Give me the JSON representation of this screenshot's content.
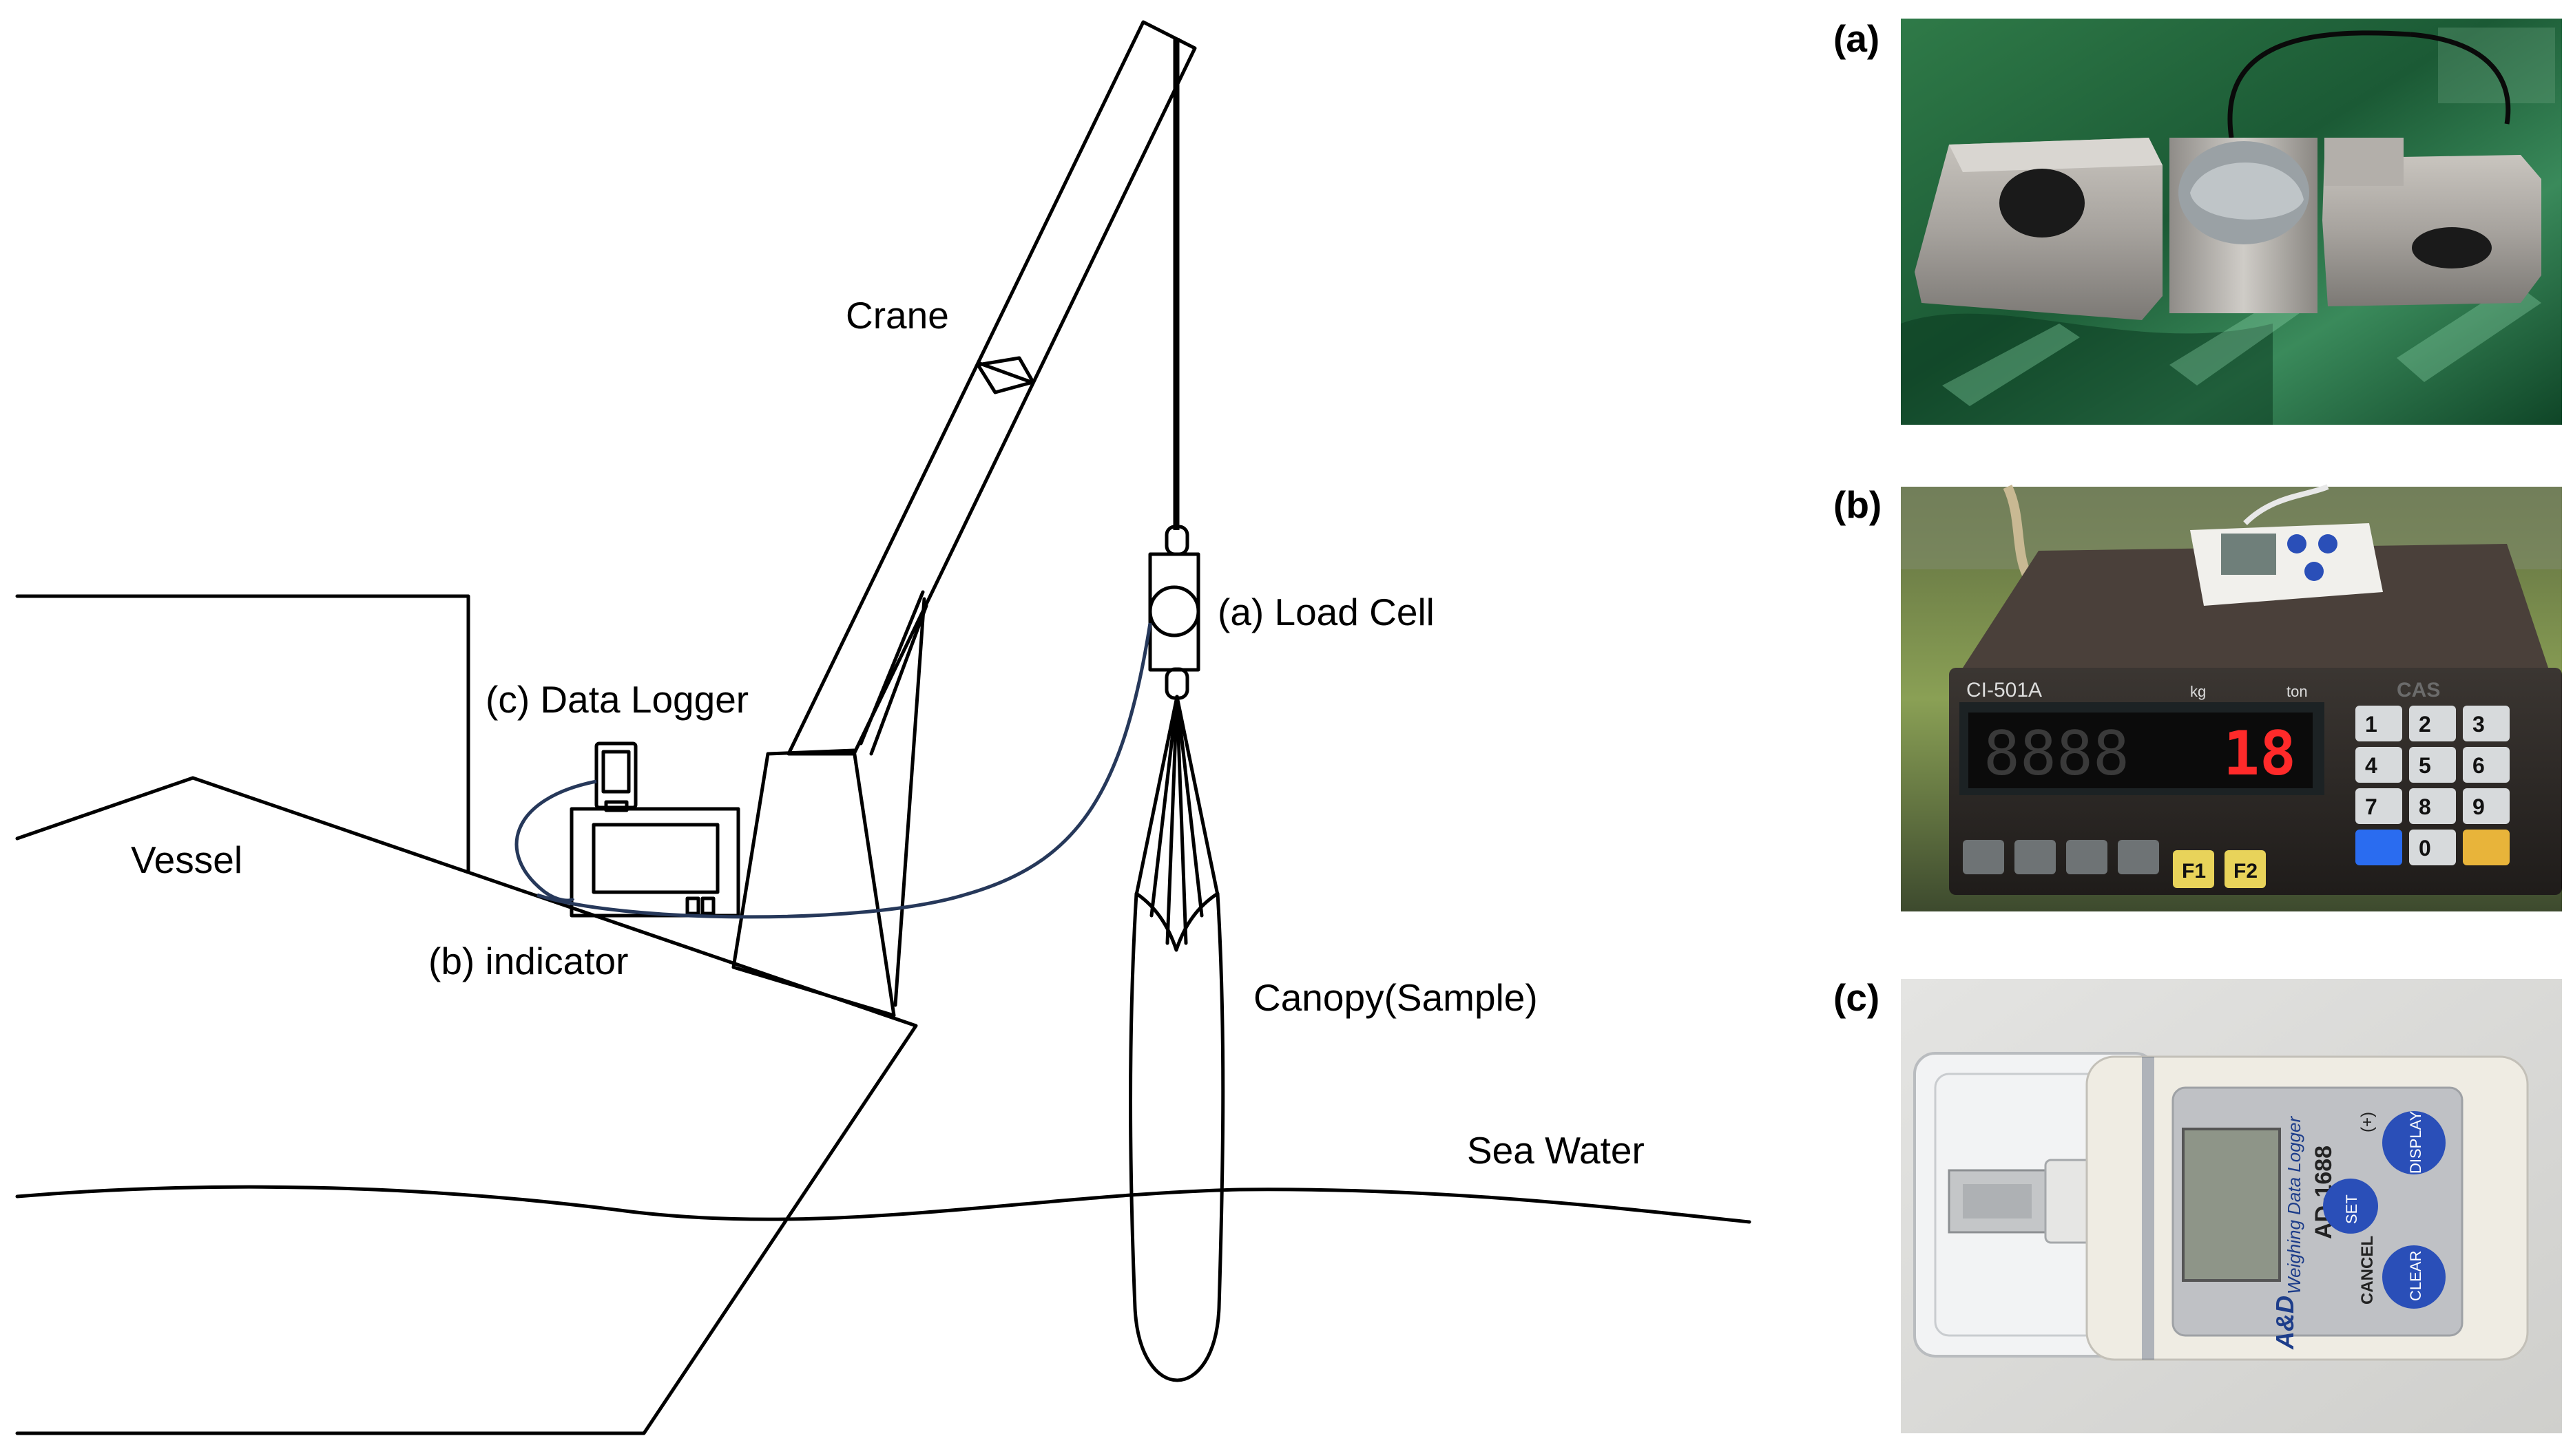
{
  "labels": {
    "crane": "Crane",
    "load_cell": "(a) Load Cell",
    "data_logger": "(c) Data Logger",
    "vessel": "Vessel",
    "indicator": "(b) indicator",
    "canopy": "Canopy(Sample)",
    "sea_water": "Sea Water"
  },
  "panels": {
    "a": {
      "label": "(a)"
    },
    "b": {
      "label": "(b)",
      "model": "CI-501A",
      "brand": "CAS",
      "unit_kg": "kg",
      "unit_ton": "ton",
      "display_value": "18",
      "fn_keys": [
        "F1",
        "F2"
      ],
      "keypad": [
        "1",
        "2",
        "3",
        "4",
        "5",
        "6",
        "7",
        "8",
        "9",
        "",
        "0",
        ""
      ]
    },
    "c": {
      "label": "(c)",
      "brand": "A&D",
      "product": "Weighing Data Logger",
      "model": "AD-1688",
      "btn_display": "DISPLAY",
      "btn_set": "SET",
      "btn_clear": "CLEAR",
      "cancel": "CANCEL",
      "plus": "(+)"
    }
  },
  "colors": {
    "cable": "#26385a",
    "lcd_digit": "#ff2a2a",
    "logger_button": "#2a4fb8"
  }
}
